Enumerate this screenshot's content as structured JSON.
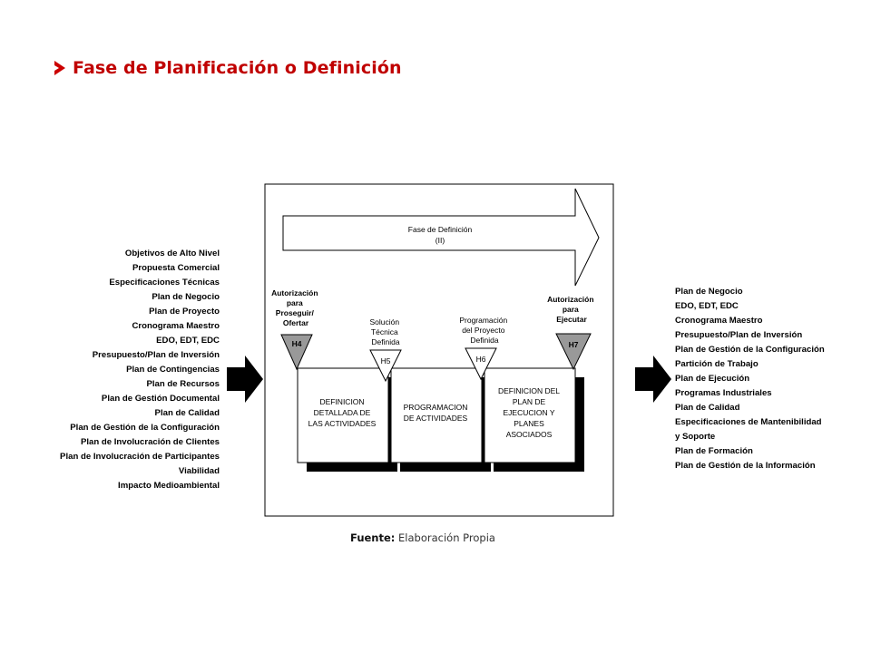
{
  "title": {
    "text": "Fase de Planificación o Definición",
    "color": "#c00000",
    "bullet_icon": "arrowhead-bullet"
  },
  "inputs": [
    "Objetivos de Alto Nivel",
    "Propuesta Comercial",
    "Especificaciones Técnicas",
    "Plan de Negocio",
    "Plan de Proyecto",
    "Cronograma Maestro",
    "EDO, EDT, EDC",
    "Presupuesto/Plan de Inversión",
    "Plan de Contingencias",
    "Plan de Recursos",
    "Plan de Gestión Documental",
    "Plan de Calidad",
    "Plan de Gestión de la Configuración",
    "Plan de Involucración de Clientes",
    "Plan de Involucración de Participantes",
    "Viabilidad",
    "Impacto Medioambiental"
  ],
  "outputs": [
    "Plan de Negocio",
    "EDO, EDT, EDC",
    "Cronograma Maestro",
    "Presupuesto/Plan de Inversión",
    "Plan de Gestión de la Configuración",
    "Partición de Trabajo",
    "Plan de Ejecución",
    "Programas Industriales",
    "Plan de Calidad",
    "Especificaciones de Mantenibilidad",
    "y Soporte",
    "Plan de Formación",
    "Plan de Gestión de la Información"
  ],
  "diagram": {
    "phase_arrow": {
      "line1": "Fase de Definición",
      "line2": "(II)"
    },
    "milestones": {
      "h4": {
        "code": "H4",
        "label": [
          "Autorización",
          "para",
          "Proseguir/",
          "Ofertar"
        ]
      },
      "h5": {
        "code": "H5",
        "label": [
          "Solución",
          "Técnica",
          "Definida"
        ]
      },
      "h6": {
        "code": "H6",
        "label": [
          "Programación",
          "del Proyecto",
          "Definida"
        ]
      },
      "h7": {
        "code": "H7",
        "label": [
          "Autorización",
          "para",
          "Ejecutar"
        ]
      }
    },
    "activities": [
      {
        "lines": [
          "DEFINICION",
          "DETALLADA DE",
          "LAS ACTIVIDADES"
        ]
      },
      {
        "lines": [
          "PROGRAMACION",
          "DE ACTIVIDADES"
        ]
      },
      {
        "lines": [
          "DEFINICION DEL",
          "PLAN DE",
          "EJECUCION Y",
          "PLANES",
          "ASOCIADOS"
        ]
      }
    ]
  },
  "caption": {
    "label": "Fuente:",
    "text": " Elaboración Propia"
  }
}
